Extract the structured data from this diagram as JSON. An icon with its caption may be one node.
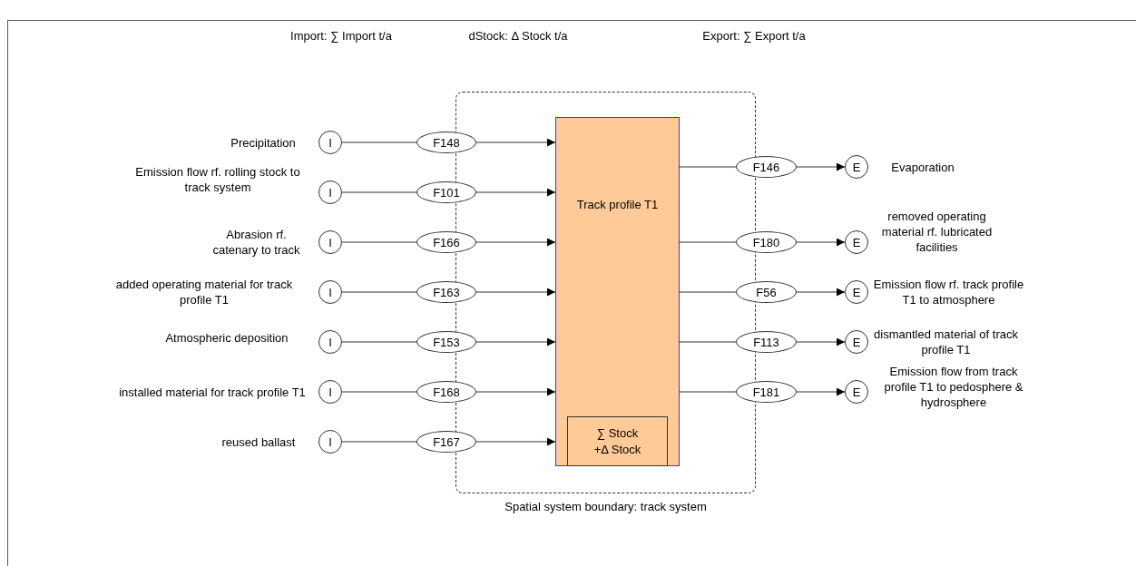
{
  "diagram": {
    "nodes": [
      {
        "text": [
          "Spatial system boundary: track system"
        ]
      },
      {
        "text": [
          "Track profile T1"
        ],
        "in": 0
      },
      {
        "text": [
          "∑ Stock +Δ Stock"
        ],
        "in": 1
      },
      {
        "text": [
          "I"
        ],
        "beside": [
          "Precipitation"
        ]
      },
      {
        "text": [
          "F148"
        ]
      },
      {
        "text": [
          "I"
        ],
        "beside": [
          "Emission flow rf. rolling stock to track system"
        ]
      },
      {
        "text": [
          "F101"
        ]
      },
      {
        "text": [
          "I"
        ],
        "beside": [
          "Abrasion rf. catenary to track"
        ]
      },
      {
        "text": [
          "F166"
        ]
      },
      {
        "text": [
          "I"
        ],
        "beside": [
          "added operating material for track profile T1"
        ]
      },
      {
        "text": [
          "F163"
        ]
      },
      {
        "text": [
          "I"
        ],
        "beside": [
          "Atmospheric deposition"
        ]
      },
      {
        "text": [
          "F153"
        ]
      },
      {
        "text": [
          "I"
        ],
        "beside": [
          "installed material for track profile T1"
        ]
      },
      {
        "text": [
          "F168"
        ]
      },
      {
        "text": [
          "I"
        ],
        "beside": [
          "reused ballast"
        ]
      },
      {
        "text": [
          "F167"
        ]
      },
      {
        "text": [
          "F146"
        ]
      },
      {
        "text": [
          "E"
        ],
        "beside": [
          "Evaporation"
        ]
      },
      {
        "text": [
          "F180"
        ]
      },
      {
        "text": [
          "E"
        ],
        "beside": [
          "removed operating material rf. lubricated facilities"
        ]
      },
      {
        "text": [
          "F56"
        ]
      },
      {
        "text": [
          "E"
        ],
        "beside": [
          "Emission flow rf. track profile T1 to atmosphere"
        ]
      },
      {
        "text": [
          "F113"
        ]
      },
      {
        "text": [
          "E"
        ],
        "beside": [
          "dismantled material of track profile T1"
        ]
      },
      {
        "text": [
          "F181"
        ]
      },
      {
        "text": [
          "E"
        ],
        "beside": [
          "Emission flow from track profile T1 to pedosphere & hydrosphere"
        ]
      }
    ],
    "edges": [
      {
        "from": 3,
        "to": 4,
        "arrow": "none"
      },
      {
        "from": 4,
        "to": 1,
        "arrow": "to"
      },
      {
        "from": 5,
        "to": 6,
        "arrow": "none"
      },
      {
        "from": 6,
        "to": 1,
        "arrow": "to"
      },
      {
        "from": 7,
        "to": 8,
        "arrow": "none"
      },
      {
        "from": 8,
        "to": 1,
        "arrow": "to"
      },
      {
        "from": 9,
        "to": 10,
        "arrow": "none"
      },
      {
        "from": 10,
        "to": 1,
        "arrow": "to"
      },
      {
        "from": 11,
        "to": 12,
        "arrow": "none"
      },
      {
        "from": 12,
        "to": 1,
        "arrow": "to"
      },
      {
        "from": 13,
        "to": 14,
        "arrow": "none"
      },
      {
        "from": 14,
        "to": 1,
        "arrow": "to"
      },
      {
        "from": 15,
        "to": 16,
        "arrow": "none"
      },
      {
        "from": 16,
        "to": 1,
        "arrow": "to"
      },
      {
        "from": 1,
        "to": 17,
        "arrow": "none"
      },
      {
        "from": 17,
        "to": 18,
        "arrow": "to"
      },
      {
        "from": 1,
        "to": 19,
        "arrow": "none"
      },
      {
        "from": 19,
        "to": 20,
        "arrow": "to"
      },
      {
        "from": 1,
        "to": 21,
        "arrow": "none"
      },
      {
        "from": 21,
        "to": 22,
        "arrow": "to"
      },
      {
        "from": 1,
        "to": 23,
        "arrow": "none"
      },
      {
        "from": 23,
        "to": 24,
        "arrow": "to"
      },
      {
        "from": 1,
        "to": 25,
        "arrow": "none"
      },
      {
        "from": 25,
        "to": 26,
        "arrow": "to"
      }
    ],
    "labels": [
      "Import: ∑ Import t/a",
      "dStock: Δ Stock t/a",
      "Export: ∑ Export t/a"
    ]
  }
}
